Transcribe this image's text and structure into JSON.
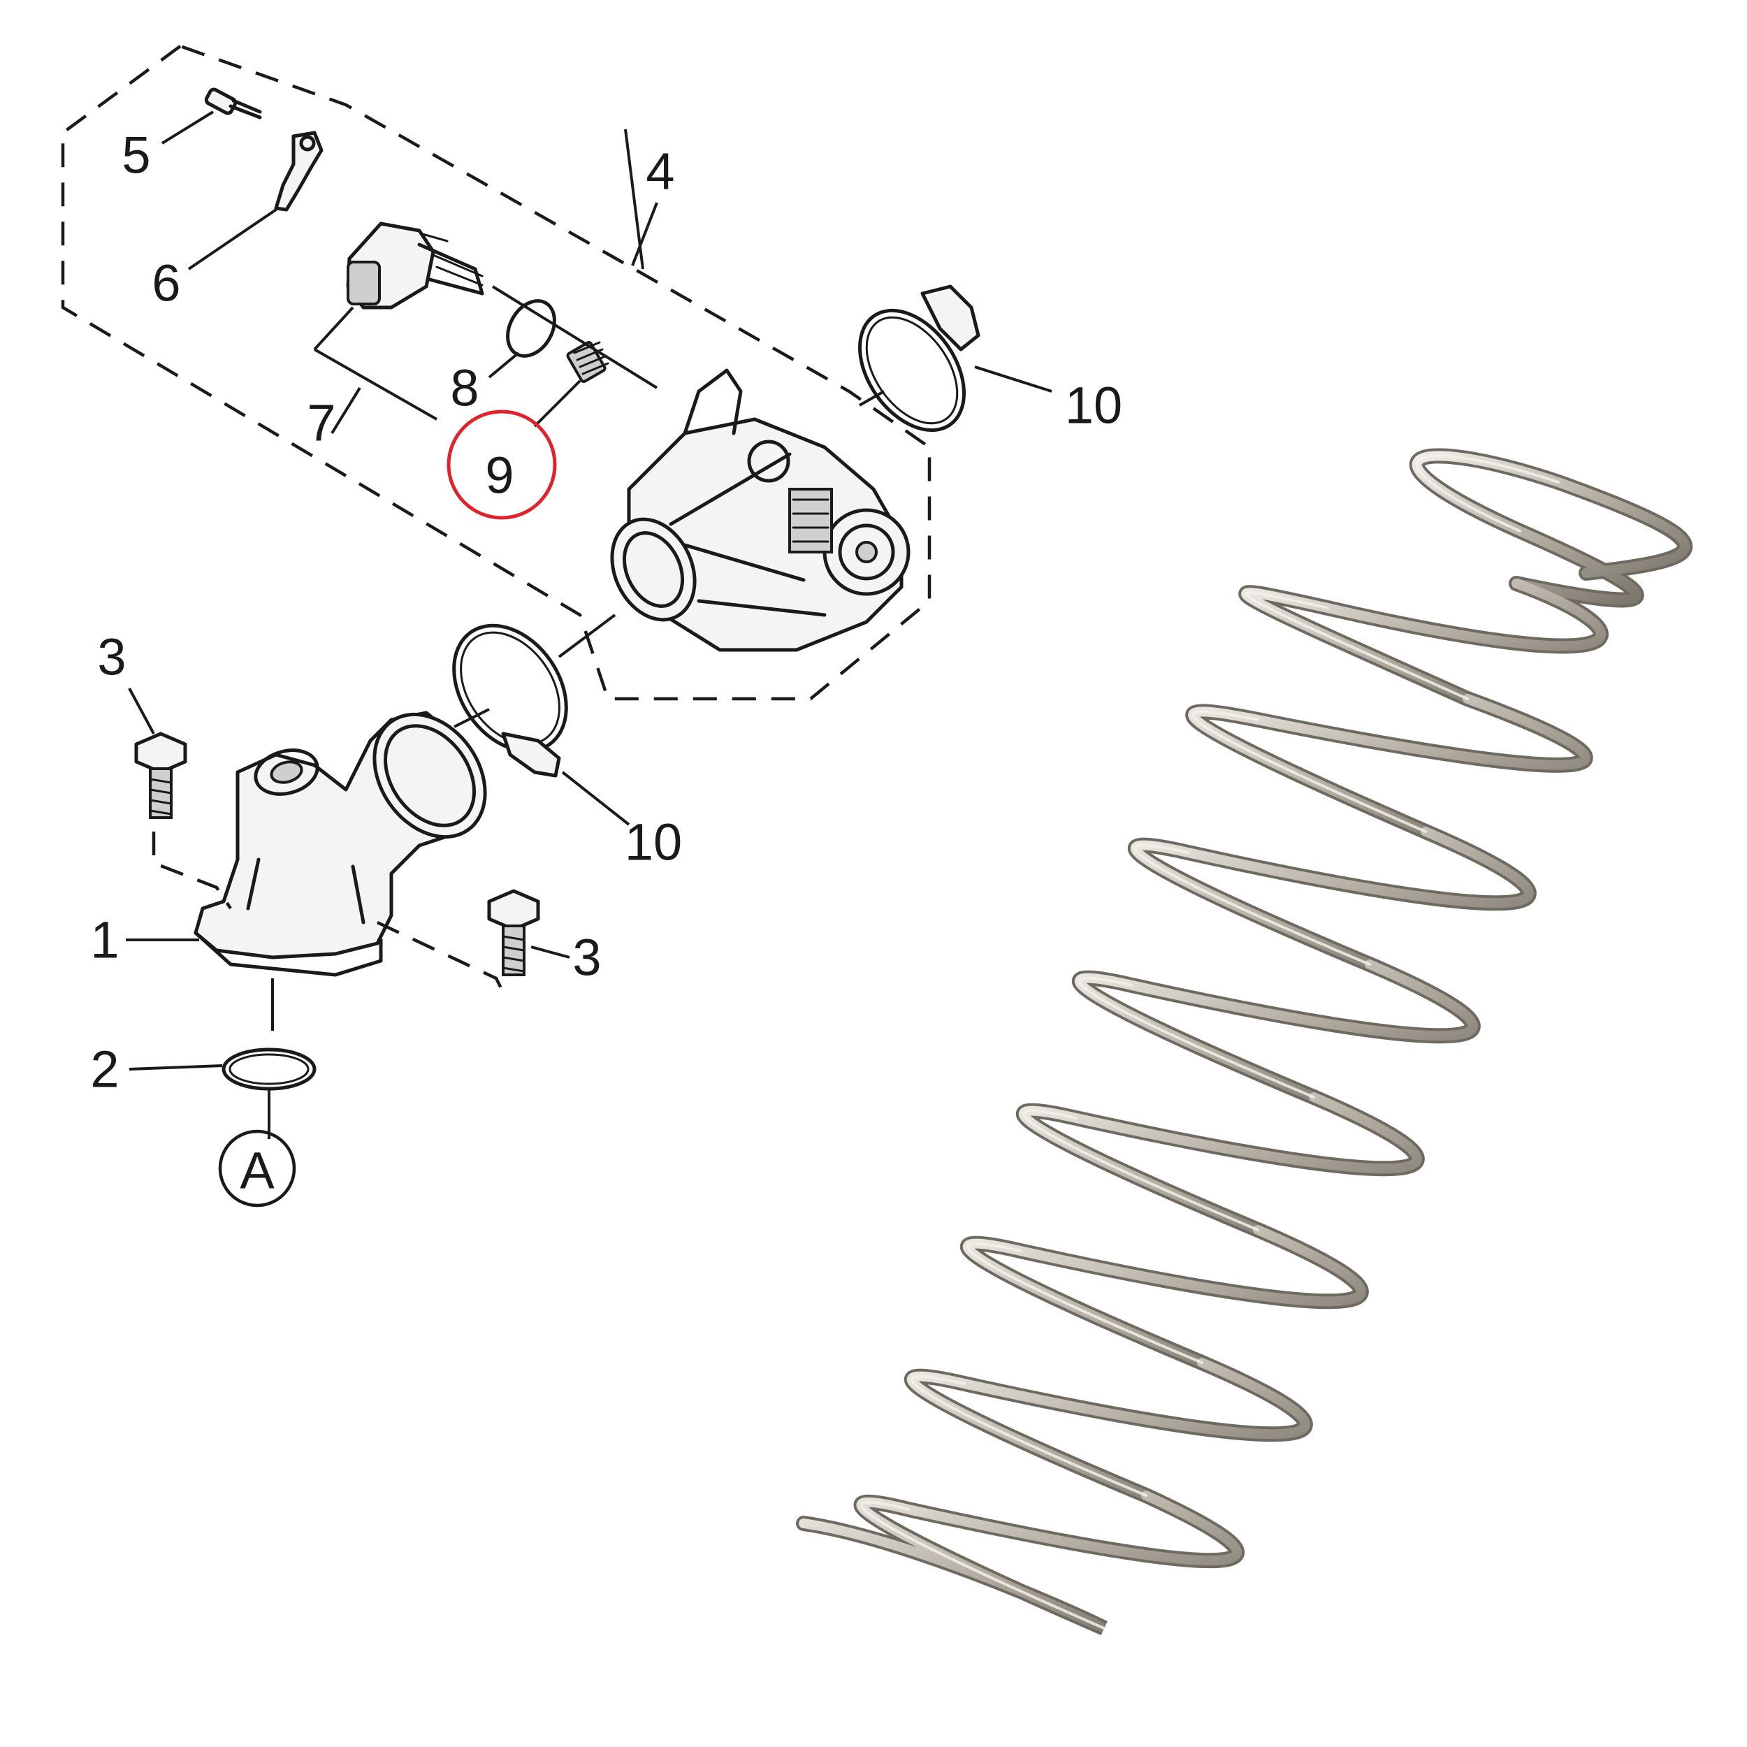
{
  "callouts": {
    "c1": "1",
    "c2": "2",
    "c3a": "3",
    "c3b": "3",
    "c4": "4",
    "c5": "5",
    "c6": "6",
    "c7": "7",
    "c8": "8",
    "c9": "9",
    "c10a": "10",
    "c10b": "10",
    "cA": "A"
  },
  "colors": {
    "highlight": "#e0232b",
    "ink": "#1a1a1a",
    "spring_steel_light": "#e6e3dc",
    "spring_steel_mid": "#b3ada2",
    "spring_steel_dark": "#6f6a61"
  },
  "highlighted_part": "9"
}
